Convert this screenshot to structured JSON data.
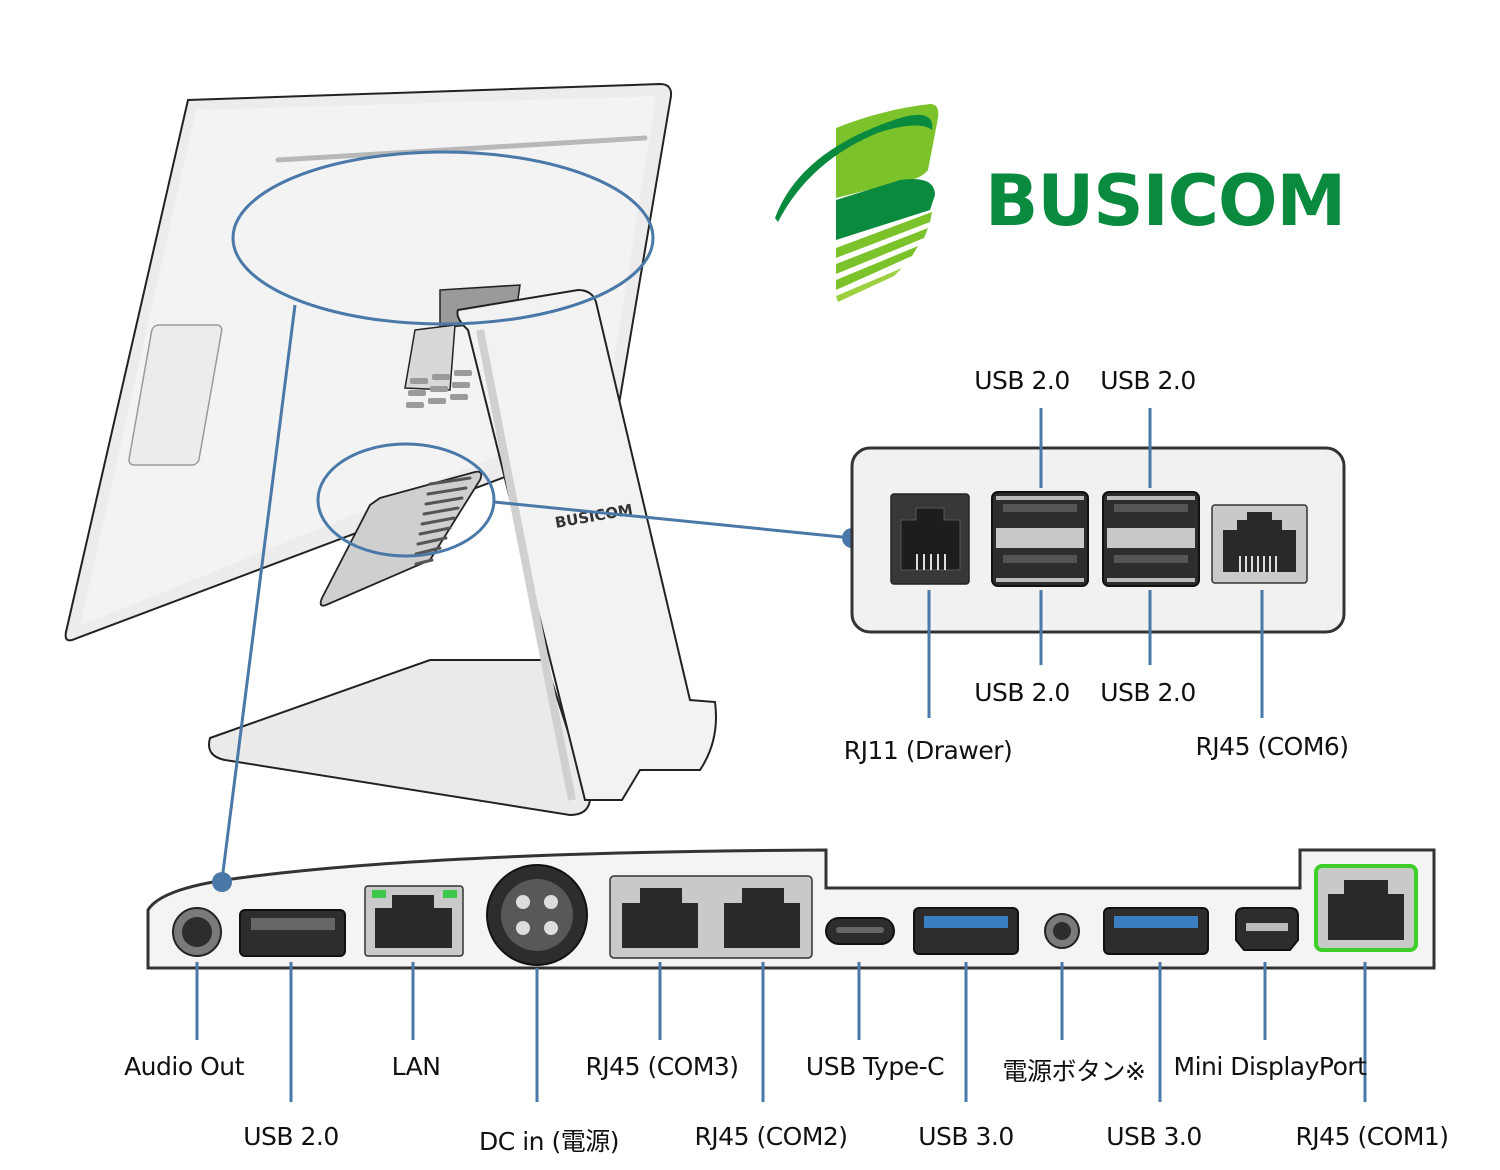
{
  "logo": {
    "brand_name": "BUSICOM",
    "stand_label": "BUSICOM",
    "colors": {
      "dark_green": "#0a8a3e",
      "light_green": "#7cc22a"
    }
  },
  "colors": {
    "callout": "#4a78a8",
    "highlight": "#3ccf2a",
    "port_dark": "#2f2d2b",
    "usb3_blue": "#3a7fc4"
  },
  "side_panel": {
    "labels_top": [
      "USB 2.0",
      "USB 2.0"
    ],
    "labels_bottom": [
      "USB 2.0",
      "USB 2.0"
    ],
    "rj11": "RJ11 (Drawer)",
    "rj45": "RJ45 (COM6)",
    "ports": [
      "rj11-port",
      "usb2-dual-port",
      "usb2-dual-port",
      "rj45-port"
    ]
  },
  "bottom_panel": {
    "labels_row1": [
      "Audio Out",
      "LAN",
      "RJ45 (COM3)",
      "USB Type-C",
      "電源ボタン※",
      "Mini DisplayPort"
    ],
    "labels_row2": [
      "USB 2.0",
      "DC in (電源)",
      "RJ45 (COM2)",
      "USB 3.0",
      "USB 3.0",
      "RJ45 (COM1)"
    ],
    "ports": [
      "audio-jack",
      "usb2-port",
      "lan-port",
      "dc-in-port",
      "rj45-com3-port",
      "rj45-com2-port",
      "usb-c-port",
      "usb3-port",
      "power-button",
      "usb3-port",
      "mini-displayport",
      "rj45-com1-port"
    ]
  }
}
